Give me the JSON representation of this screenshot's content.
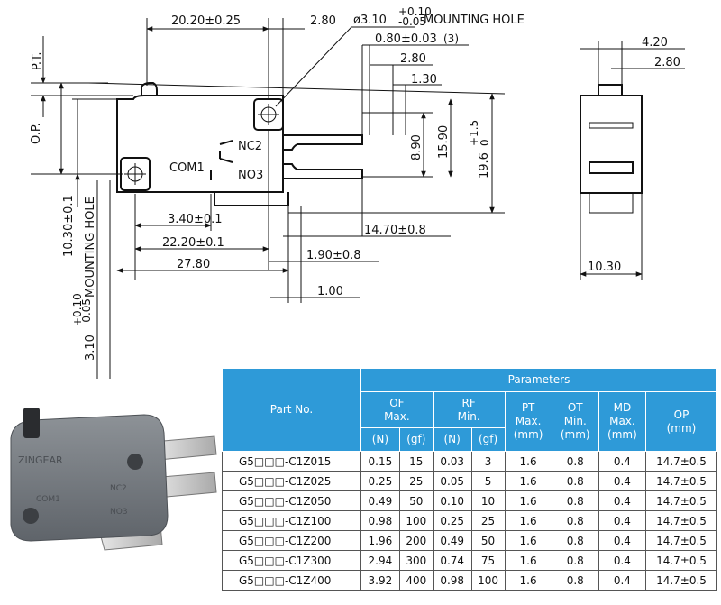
{
  "drawing": {
    "dims": {
      "d_20_20": "20.20±0.25",
      "d_2_80_top": "2.80",
      "d_mount_main": "ø3.10",
      "d_mount_tol_up": "+0.10",
      "d_mount_tol_dn": "-0.05",
      "d_mount_label": "MOUNTING HOLE",
      "d_0_80": "0.80±0.03",
      "d_0_80_note": "(3)",
      "d_2_80_mid": "2.80",
      "d_1_30": "1.30",
      "d_8_90": "8.90",
      "d_15_90": "15.90",
      "d_19_6": "19.6",
      "d_19_6_tol_up": "+1.5",
      "d_19_6_tol_dn": "0",
      "d_pt": "P.T.",
      "d_op": "O.P.",
      "d_10_30_v": "10.30±0.1",
      "d_mount_v_main": "3.10",
      "d_mount_v_tol_up": "+0.10",
      "d_mount_v_tol_dn": "-0.05",
      "d_mount_v_label": "MOUNTING HOLE",
      "d_3_40": "3.40±0.1",
      "d_22_20": "22.20±0.1",
      "d_27_80": "27.80",
      "d_14_70": "14.70±0.8",
      "d_1_90": "1.90±0.8",
      "d_1_00": "1.00",
      "d_4_20": "4.20",
      "d_2_80_side": "2.80",
      "d_10_30_side": "10.30",
      "lbl_com": "COM1",
      "lbl_nc": "NC2",
      "lbl_no": "NO3"
    }
  },
  "photo": {
    "brand": "ZINGEAR",
    "com": "COM1",
    "nc": "NC2",
    "no": "NO3"
  },
  "table": {
    "h_part": "Part No.",
    "h_params": "Parameters",
    "h_of": "OF",
    "h_of_sub": "Max.",
    "h_rf": "RF",
    "h_rf_sub": "Min.",
    "h_pt": "PT",
    "h_pt_sub": "Max.",
    "h_pt_unit": "(mm)",
    "h_ot": "OT",
    "h_ot_sub": "Min.",
    "h_ot_unit": "(mm)",
    "h_md": "MD",
    "h_md_sub": "Max.",
    "h_md_unit": "(mm)",
    "h_op": "OP",
    "h_op_unit": "(mm)",
    "u_n1": "(N)",
    "u_gf1": "(gf)",
    "u_n2": "(N)",
    "u_gf2": "(gf)",
    "rows": [
      {
        "part": "G5□□□-C1Z015",
        "of_n": "0.15",
        "of_gf": "15",
        "rf_n": "0.03",
        "rf_gf": "3",
        "pt": "1.6",
        "ot": "0.8",
        "md": "0.4",
        "op": "14.7±0.5"
      },
      {
        "part": "G5□□□-C1Z025",
        "of_n": "0.25",
        "of_gf": "25",
        "rf_n": "0.05",
        "rf_gf": "5",
        "pt": "1.6",
        "ot": "0.8",
        "md": "0.4",
        "op": "14.7±0.5"
      },
      {
        "part": "G5□□□-C1Z050",
        "of_n": "0.49",
        "of_gf": "50",
        "rf_n": "0.10",
        "rf_gf": "10",
        "pt": "1.6",
        "ot": "0.8",
        "md": "0.4",
        "op": "14.7±0.5"
      },
      {
        "part": "G5□□□-C1Z100",
        "of_n": "0.98",
        "of_gf": "100",
        "rf_n": "0.25",
        "rf_gf": "25",
        "pt": "1.6",
        "ot": "0.8",
        "md": "0.4",
        "op": "14.7±0.5"
      },
      {
        "part": "G5□□□-C1Z200",
        "of_n": "1.96",
        "of_gf": "200",
        "rf_n": "0.49",
        "rf_gf": "50",
        "pt": "1.6",
        "ot": "0.8",
        "md": "0.4",
        "op": "14.7±0.5"
      },
      {
        "part": "G5□□□-C1Z300",
        "of_n": "2.94",
        "of_gf": "300",
        "rf_n": "0.74",
        "rf_gf": "75",
        "pt": "1.6",
        "ot": "0.8",
        "md": "0.4",
        "op": "14.7±0.5"
      },
      {
        "part": "G5□□□-C1Z400",
        "of_n": "3.92",
        "of_gf": "400",
        "rf_n": "0.98",
        "rf_gf": "100",
        "pt": "1.6",
        "ot": "0.8",
        "md": "0.4",
        "op": "14.7±0.5"
      }
    ]
  }
}
